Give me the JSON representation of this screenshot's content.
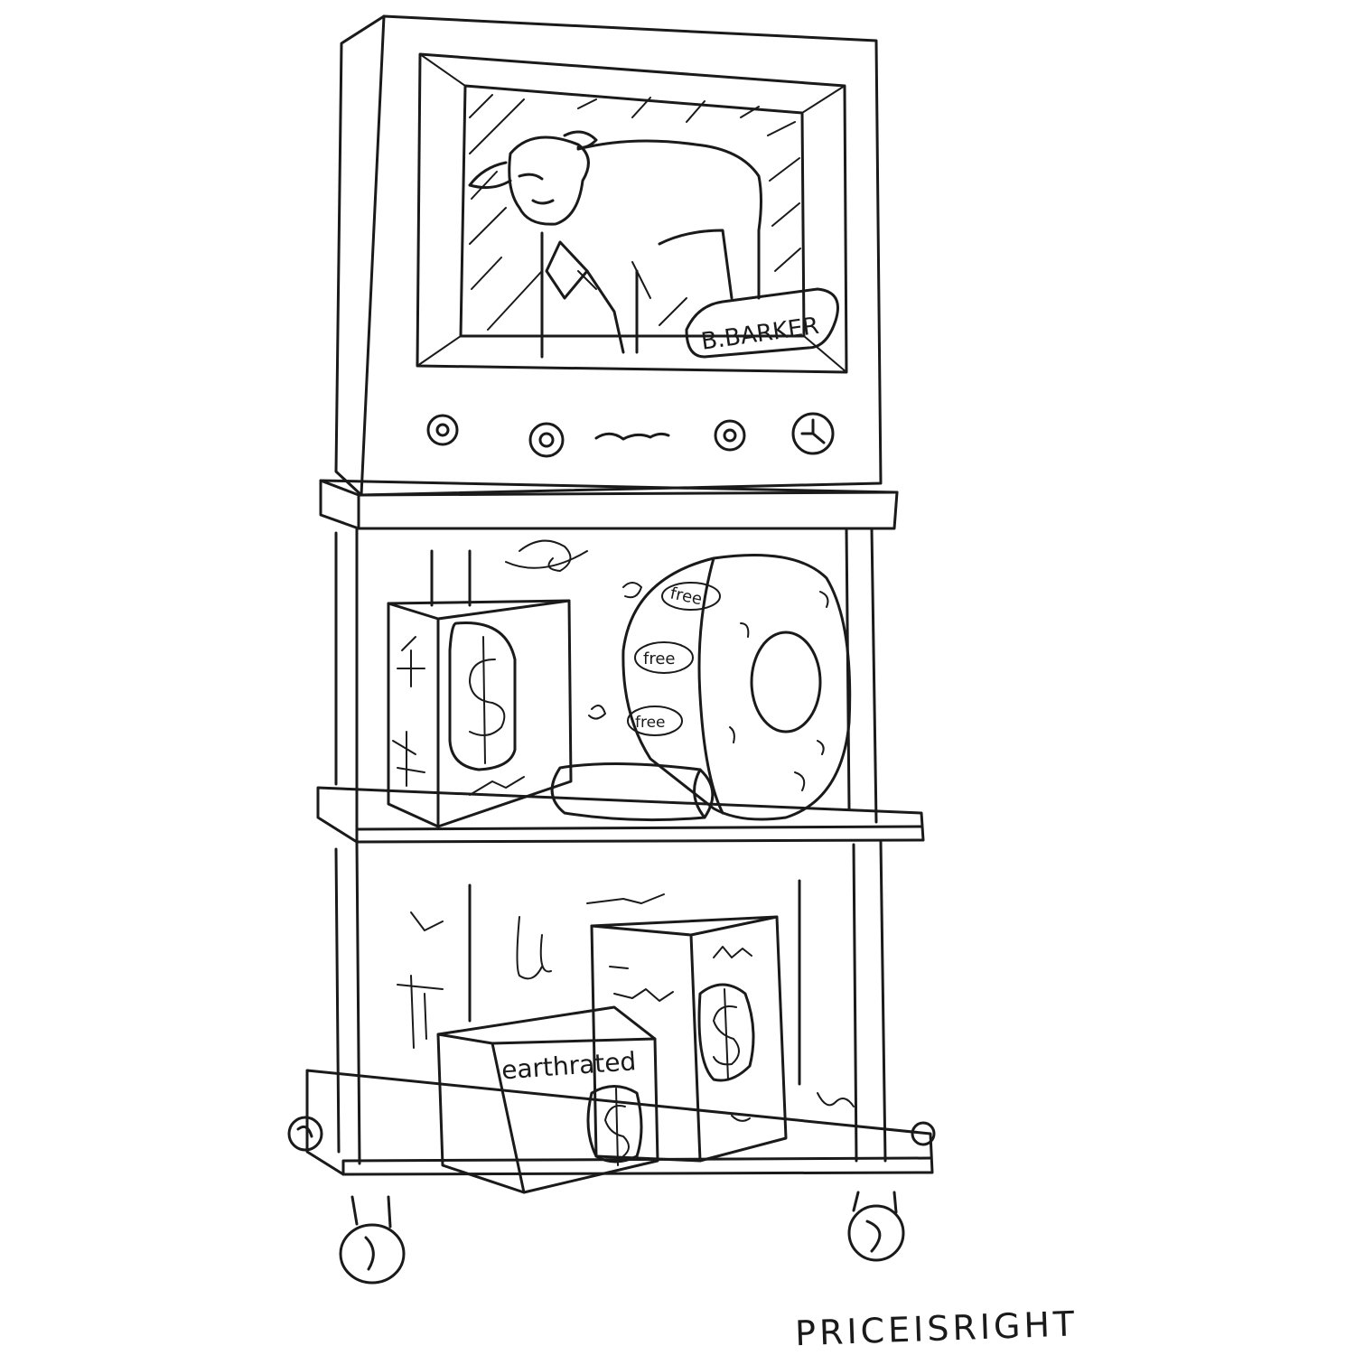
{
  "tv": {
    "nameplate": "B.BARKER"
  },
  "prizes": {
    "wheel_labels": [
      "free",
      "free",
      "free"
    ],
    "box_label": "earthrated"
  },
  "caption": "PRICEISRIGHT"
}
